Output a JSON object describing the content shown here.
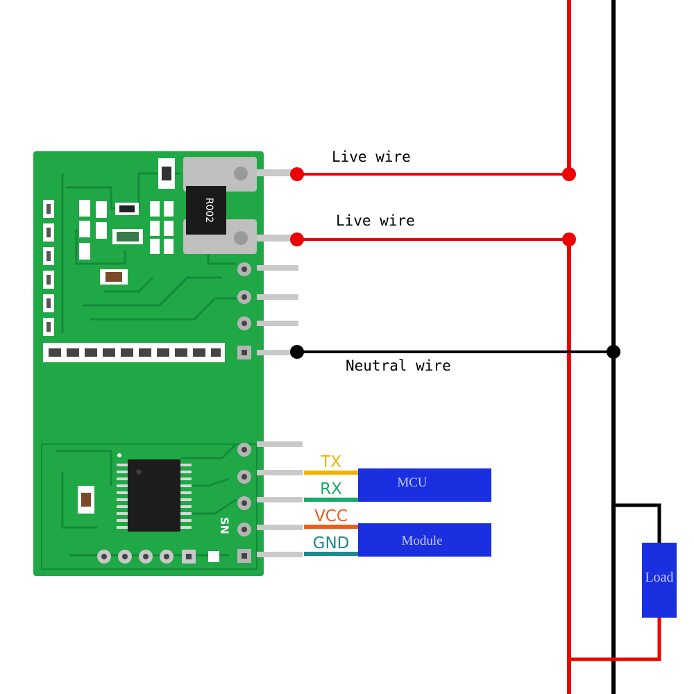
{
  "labels": {
    "live_wire_1": "Live wire",
    "live_wire_2": "Live wire",
    "neutral_wire": "Neutral wire",
    "pin_tx": "TX",
    "pin_rx": "RX",
    "pin_vcc": "VCC",
    "pin_gnd": "GND",
    "block_mcu": "MCU",
    "block_module": "Module",
    "block_load": "Load",
    "resistor_marking": "R002",
    "board_marking": "SN"
  },
  "colors": {
    "live": "#ee0000",
    "neutral": "#000000",
    "pcb": "#1fa845",
    "pcb_dark": "#14893a",
    "block": "#1a2fe0",
    "tx": "#f0b400",
    "rx": "#1aa86a",
    "vcc": "#f25a1a",
    "gnd": "#1a8a8a"
  }
}
